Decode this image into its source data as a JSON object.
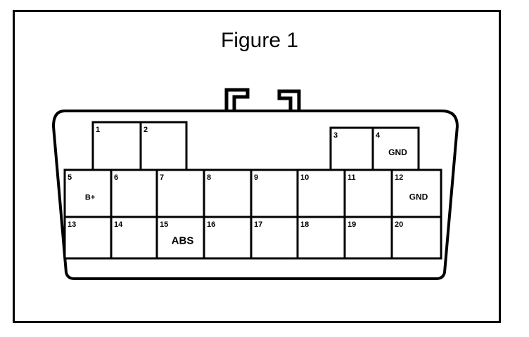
{
  "figure": {
    "title": "Figure 1"
  },
  "connector": {
    "colors": {
      "stroke": "#000000",
      "fill": "#ffffff",
      "text": "#000000"
    },
    "pins": [
      {
        "num": "1",
        "label": ""
      },
      {
        "num": "2",
        "label": ""
      },
      {
        "num": "3",
        "label": ""
      },
      {
        "num": "4",
        "label": "GND"
      },
      {
        "num": "5",
        "label": "B+"
      },
      {
        "num": "6",
        "label": ""
      },
      {
        "num": "7",
        "label": ""
      },
      {
        "num": "8",
        "label": ""
      },
      {
        "num": "9",
        "label": ""
      },
      {
        "num": "10",
        "label": ""
      },
      {
        "num": "11",
        "label": ""
      },
      {
        "num": "12",
        "label": "GND"
      },
      {
        "num": "13",
        "label": ""
      },
      {
        "num": "14",
        "label": ""
      },
      {
        "num": "15",
        "label": "ABS"
      },
      {
        "num": "16",
        "label": ""
      },
      {
        "num": "17",
        "label": ""
      },
      {
        "num": "18",
        "label": ""
      },
      {
        "num": "19",
        "label": ""
      },
      {
        "num": "20",
        "label": ""
      }
    ]
  }
}
